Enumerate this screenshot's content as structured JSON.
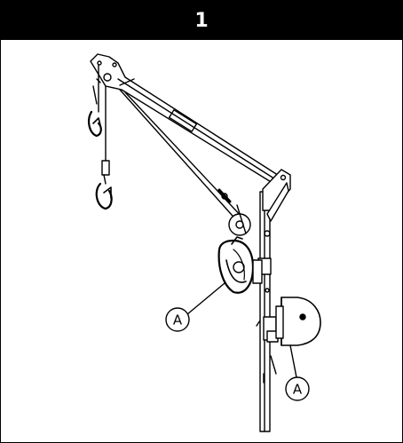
{
  "header": {
    "step_number": "1"
  },
  "callouts": [
    {
      "label": "A"
    },
    {
      "label": "A"
    }
  ],
  "colors": {
    "header_bg": "#000000",
    "header_text": "#ffffff",
    "line": "#000000"
  }
}
